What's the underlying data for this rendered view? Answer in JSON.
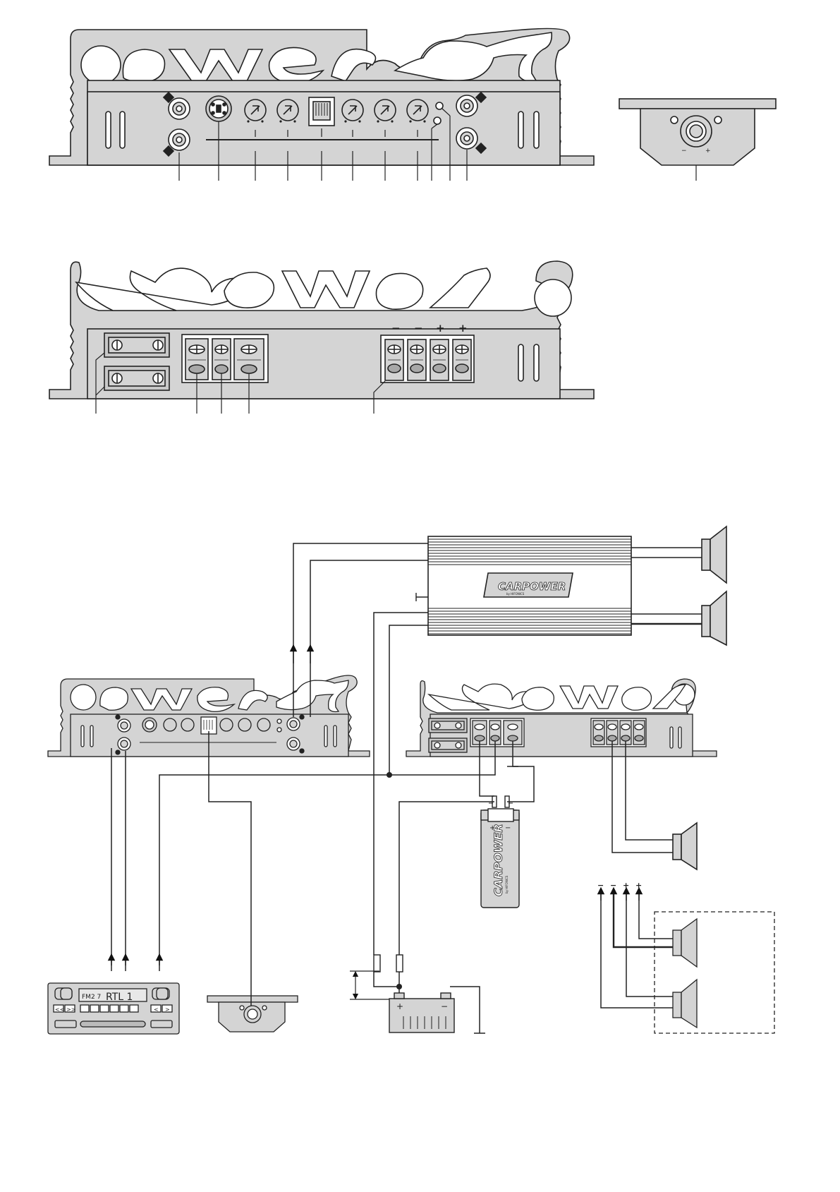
{
  "front_panel": {
    "terminal_signs": {
      "minus": "−",
      "plus": "+"
    }
  },
  "booster_brand": {
    "text": "CARPOWER",
    "sub": "by HIFONICS"
  },
  "capacitor_brand": {
    "text": "CARPOWER",
    "sub": "by HIFONICS"
  },
  "capacitor_terminals": {
    "plus": "+",
    "minus": "−"
  },
  "battery_terminals": {
    "plus": "+",
    "minus": "−"
  },
  "radio": {
    "display_band": "FM2 7",
    "display_station": "RTL 1",
    "btn_rew": "<<",
    "btn_ff": ">>",
    "btn_left": "<",
    "btn_right": ">"
  },
  "remote_controller": {
    "minus": "−",
    "plus": "+"
  },
  "speaker_group_signs": {
    "minus": "−",
    "plus": "+"
  },
  "colors": {
    "panel_fill": "#d4d4d4",
    "line": "#222222",
    "background": "#ffffff"
  }
}
